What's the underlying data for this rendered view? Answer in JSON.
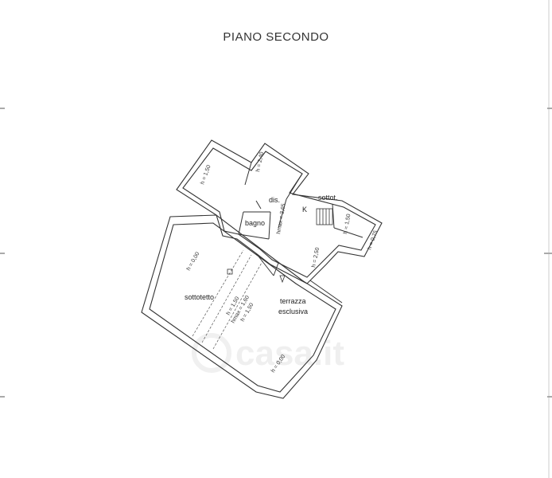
{
  "plan": {
    "title": "PIANO SECONDO",
    "rooms": {
      "dis": "dis.",
      "sottot": "sottot.",
      "k": "K",
      "bagno": "bagno",
      "sottotetto": "sottotetto",
      "terrazza_line1": "terrazza",
      "terrazza_line2": "esclusiva"
    },
    "heights": {
      "h150_top": "h = 1,50",
      "h240": "h = 2,40",
      "hmax365": "hmax = 3,65",
      "h150_sottot": "h = 1,50",
      "h075": "h = 0,75",
      "h250": "h = 2,50",
      "h000_left": "h = 0,00",
      "h150_mid": "h = 1,50",
      "hmax160": "hmax = 1,60",
      "h150_mid2": "h = 1,50",
      "h000_bottom": "h = 0,00"
    },
    "watermark": "casa.it"
  }
}
